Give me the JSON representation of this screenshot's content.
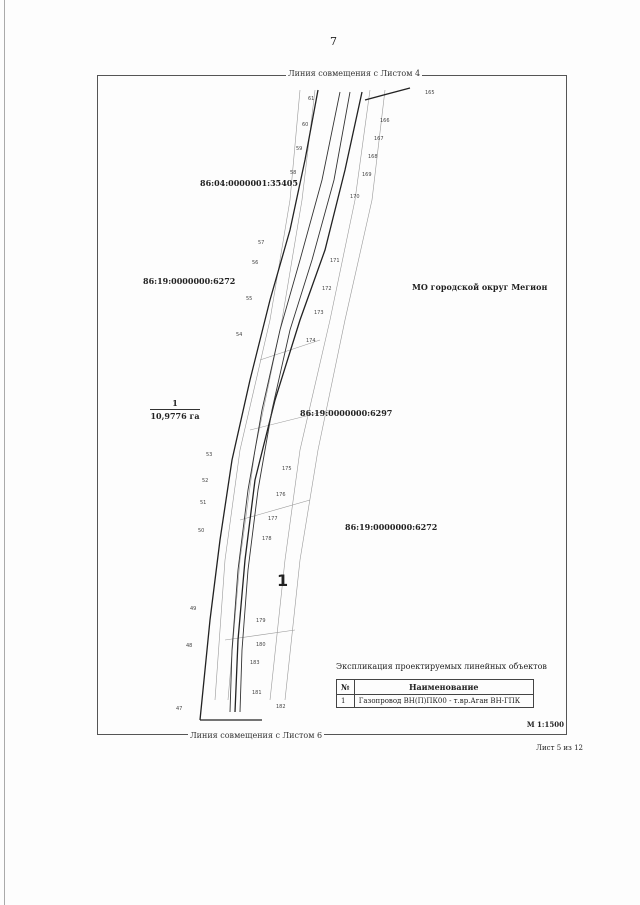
{
  "page_number": "7",
  "joint_top": "Линия совмещения с Листом 4",
  "joint_bottom": "Линия совмещения с Листом 6",
  "sheet_label": "Лист 5 из 12",
  "parcels": {
    "p1": "86:04:0000001:35405",
    "p2": "86:19:0000000:6272",
    "p3": "86:19:0000000:6297",
    "p4": "86:19:0000000:6272"
  },
  "municipality": "МО городской округ Мегион",
  "area": {
    "number": "1",
    "value": "10,9776 га"
  },
  "object_label": "1",
  "point_labels": [
    "61",
    "60",
    "59",
    "58",
    "57",
    "56",
    "55",
    "54",
    "53",
    "52",
    "51",
    "50",
    "49",
    "48",
    "47",
    "165",
    "166",
    "167",
    "168",
    "169",
    "170",
    "171",
    "172",
    "173",
    "174",
    "175",
    "176",
    "177",
    "178",
    "179",
    "180",
    "181",
    "182",
    "183"
  ],
  "legend": {
    "title": "Экспликация проектируемых линейных объектов",
    "header_no": "№",
    "header_name": "Наименование",
    "rows": [
      {
        "no": "1",
        "name": "Газопровод ВН(П)ПК00 - т.вр.Аган ВН-ГПК"
      }
    ]
  },
  "scale": "М 1:1500",
  "colors": {
    "line": "#333333",
    "thin": "#888888"
  }
}
